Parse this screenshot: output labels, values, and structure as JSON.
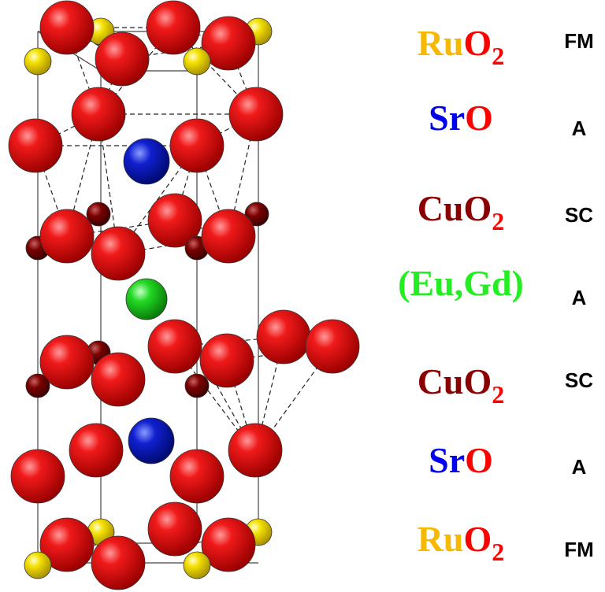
{
  "colors": {
    "oxygen": "#dd0000",
    "ruthenium": "#f2e000",
    "strontium": "#0a1acc",
    "copper": "#6e0000",
    "rare_earth": "#22dd22",
    "label_ru": "#f7b800",
    "label_o": "#ff0000",
    "label_sr": "#0000ee",
    "label_cu": "#8b0000",
    "label_eugd": "#22ee22"
  },
  "layers": [
    {
      "parts": [
        {
          "text": "Ru",
          "color": "#f7b800"
        },
        {
          "text": "O",
          "color": "#ff0000"
        }
      ],
      "sub": "2",
      "sub_color": "#ff0000",
      "tag": "FM"
    },
    {
      "parts": [
        {
          "text": "Sr",
          "color": "#0000ee"
        },
        {
          "text": "O",
          "color": "#ff0000"
        }
      ],
      "sub": "",
      "sub_color": "#ff0000",
      "tag": "A"
    },
    {
      "parts": [
        {
          "text": "Cu",
          "color": "#8b0000"
        },
        {
          "text": "O",
          "color": "#8b0000"
        }
      ],
      "sub": "2",
      "sub_color": "#ff0000",
      "tag": "SC"
    },
    {
      "parts": [
        {
          "text": "(Eu,Gd)",
          "color": "#22ee22"
        }
      ],
      "sub": "",
      "sub_color": "#22ee22",
      "tag": "A"
    },
    {
      "parts": [
        {
          "text": "Cu",
          "color": "#8b0000"
        },
        {
          "text": "O",
          "color": "#8b0000"
        }
      ],
      "sub": "2",
      "sub_color": "#ff0000",
      "tag": "SC"
    },
    {
      "parts": [
        {
          "text": "Sr",
          "color": "#0000ee"
        },
        {
          "text": "O",
          "color": "#ff0000"
        }
      ],
      "sub": "",
      "sub_color": "#ff0000",
      "tag": "A"
    },
    {
      "parts": [
        {
          "text": "Ru",
          "color": "#f7b800"
        },
        {
          "text": "O",
          "color": "#ff0000"
        }
      ],
      "sub": "2",
      "sub_color": "#ff0000",
      "tag": "FM"
    }
  ]
}
